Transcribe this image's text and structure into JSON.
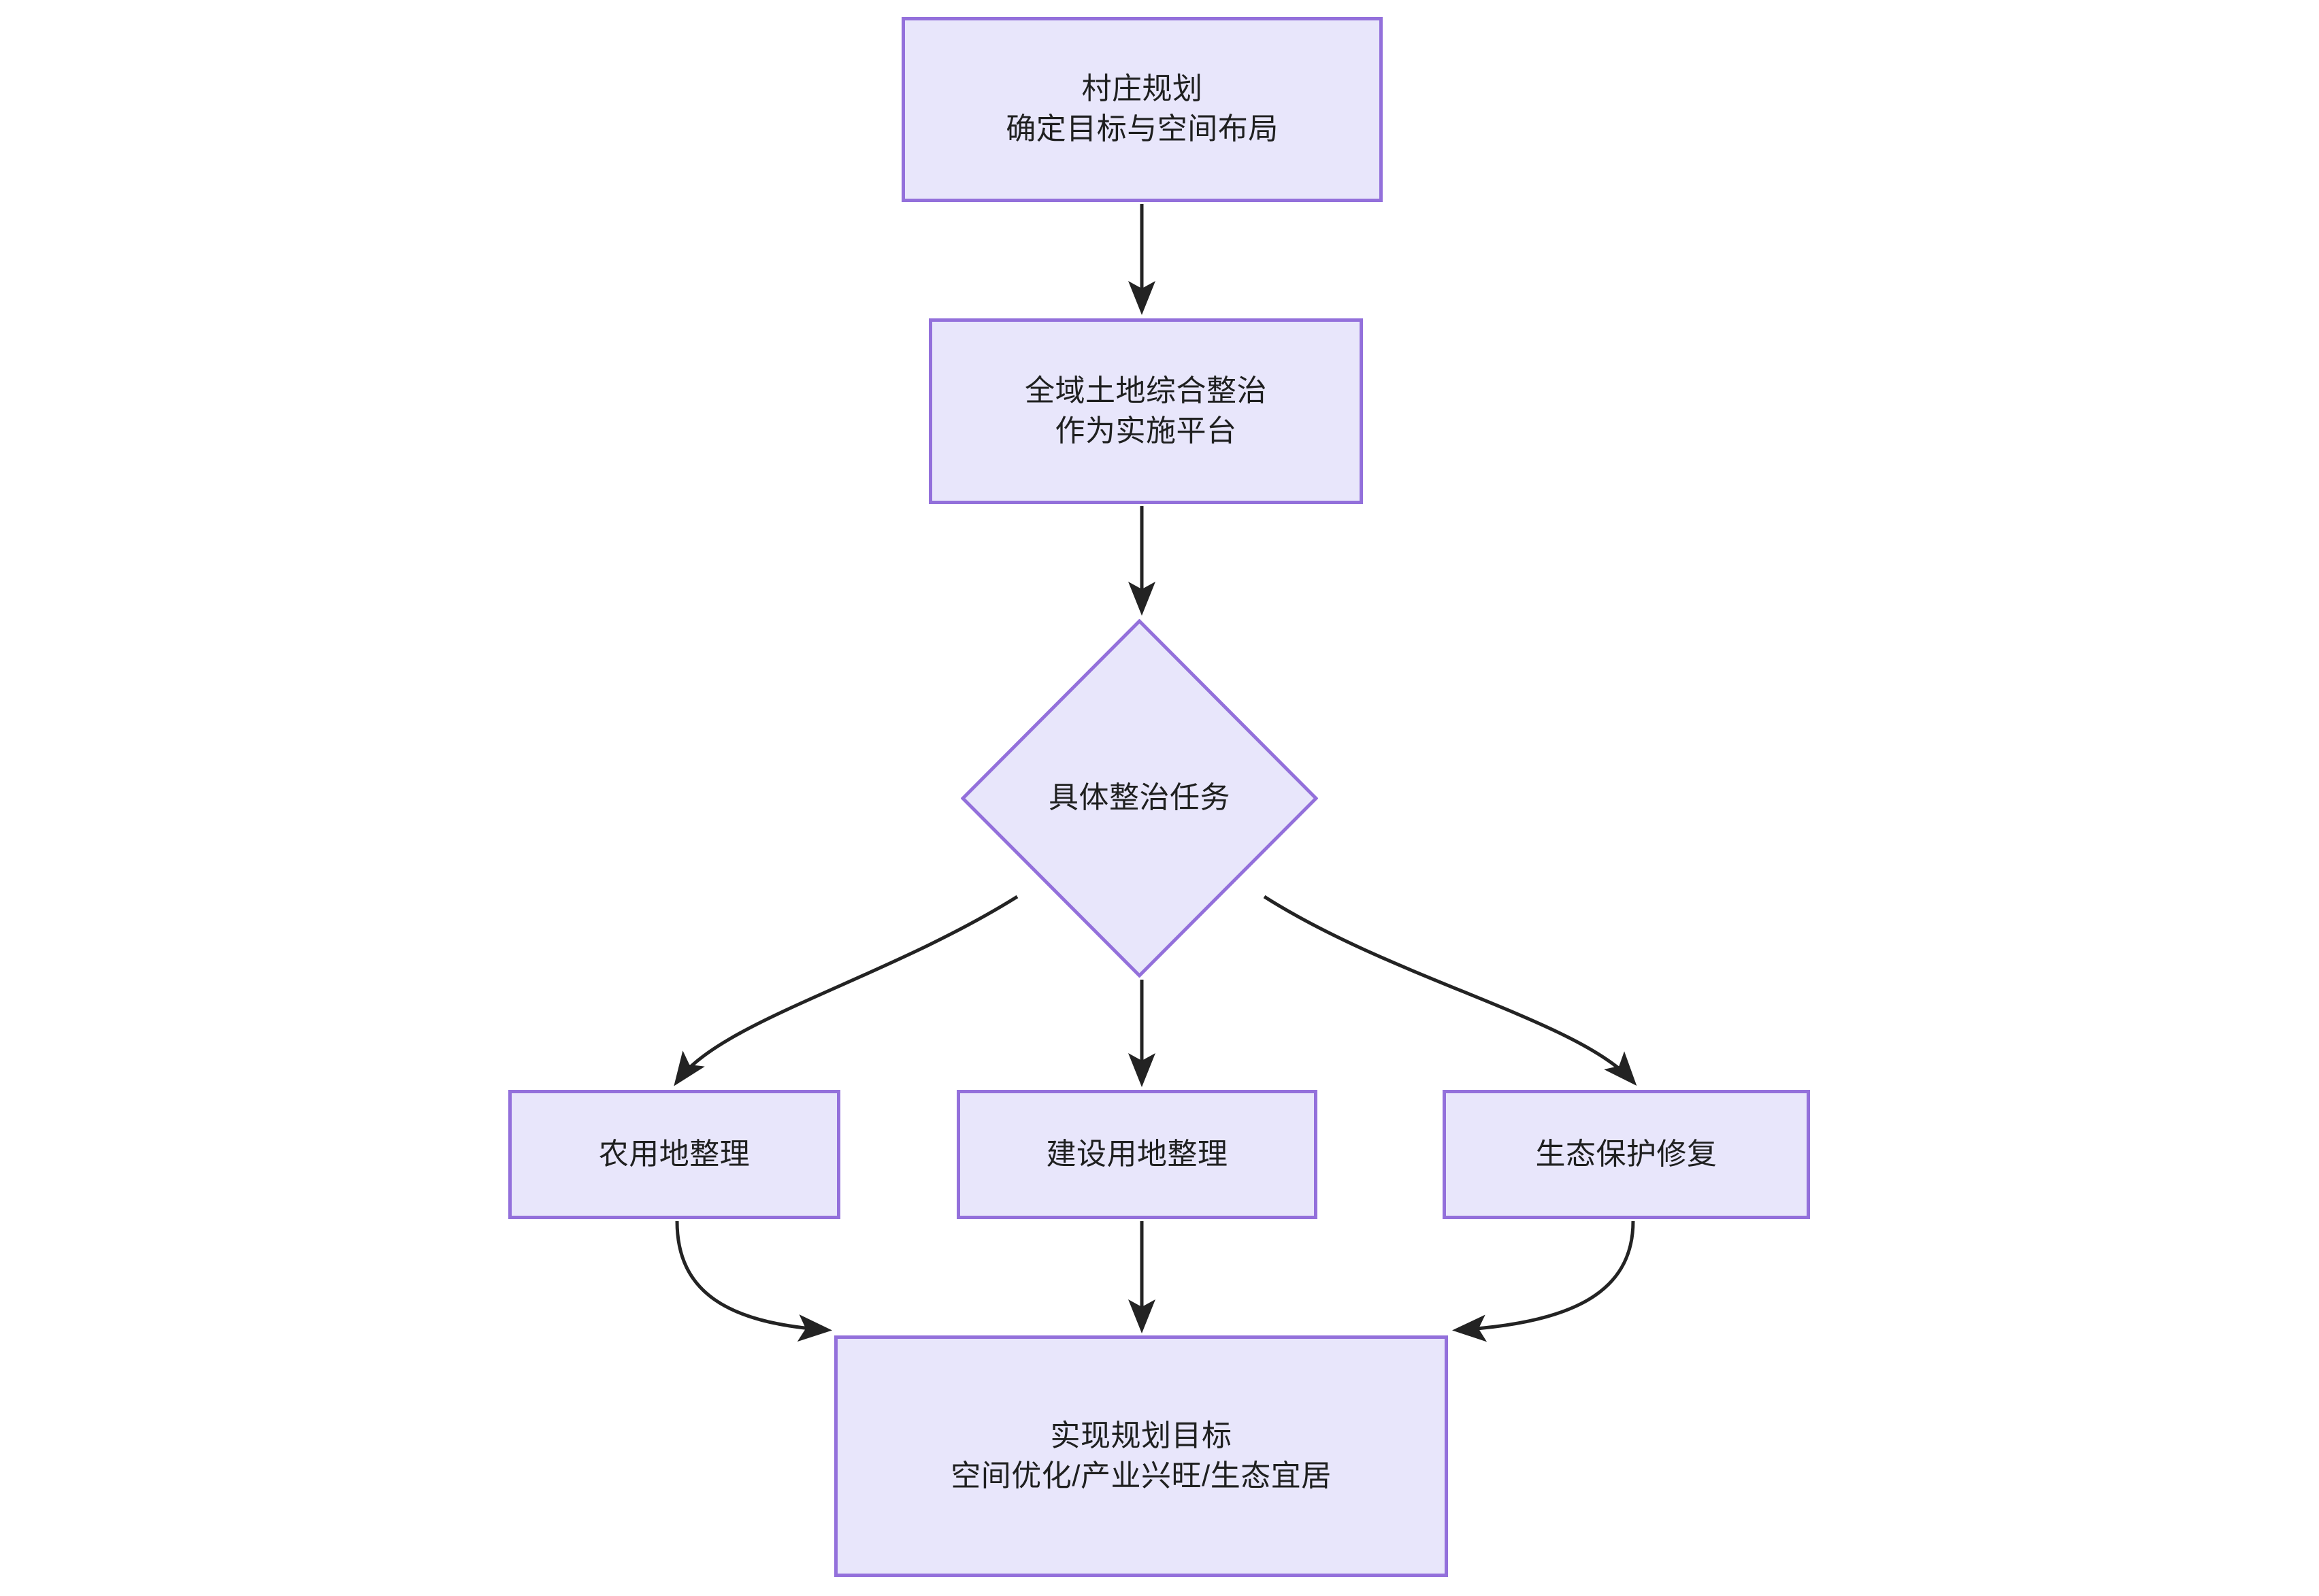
{
  "diagram": {
    "type": "flowchart",
    "direction": "top-down",
    "colors": {
      "node_fill": "#e8e6fb",
      "node_border": "#9370db",
      "edge_stroke": "#232323",
      "text": "#1f2020",
      "background": "#ffffff"
    },
    "nodes": [
      {
        "id": "village-plan",
        "shape": "rectangle",
        "label": "村庄规划\n确定目标与空间布局",
        "line1": "村庄规划",
        "line2": "确定目标与空间布局"
      },
      {
        "id": "platform",
        "shape": "rectangle",
        "label": "全域土地综合整治\n作为实施平台",
        "line1": "全域土地综合整治",
        "line2": "作为实施平台"
      },
      {
        "id": "tasks",
        "shape": "diamond",
        "label": "具体整治任务"
      },
      {
        "id": "farmland",
        "shape": "rectangle",
        "label": "农用地整理"
      },
      {
        "id": "construction",
        "shape": "rectangle",
        "label": "建设用地整理"
      },
      {
        "id": "ecology",
        "shape": "rectangle",
        "label": "生态保护修复"
      },
      {
        "id": "goal",
        "shape": "rectangle",
        "label": "实现规划目标\n空间优化/产业兴旺/生态宜居",
        "line1": "实现规划目标",
        "line2": "空间优化/产业兴旺/生态宜",
        "line3": "居"
      }
    ],
    "edges": [
      {
        "from": "village-plan",
        "to": "platform",
        "label": "",
        "style": "straight-arrow"
      },
      {
        "from": "platform",
        "to": "tasks",
        "label": "",
        "style": "straight-arrow"
      },
      {
        "from": "tasks",
        "to": "farmland",
        "label": "",
        "style": "curved-arrow"
      },
      {
        "from": "tasks",
        "to": "construction",
        "label": "",
        "style": "straight-arrow"
      },
      {
        "from": "tasks",
        "to": "ecology",
        "label": "",
        "style": "curved-arrow"
      },
      {
        "from": "farmland",
        "to": "goal",
        "label": "",
        "style": "curved-arrow"
      },
      {
        "from": "construction",
        "to": "goal",
        "label": "",
        "style": "straight-arrow"
      },
      {
        "from": "ecology",
        "to": "goal",
        "label": "",
        "style": "curved-arrow"
      }
    ]
  }
}
